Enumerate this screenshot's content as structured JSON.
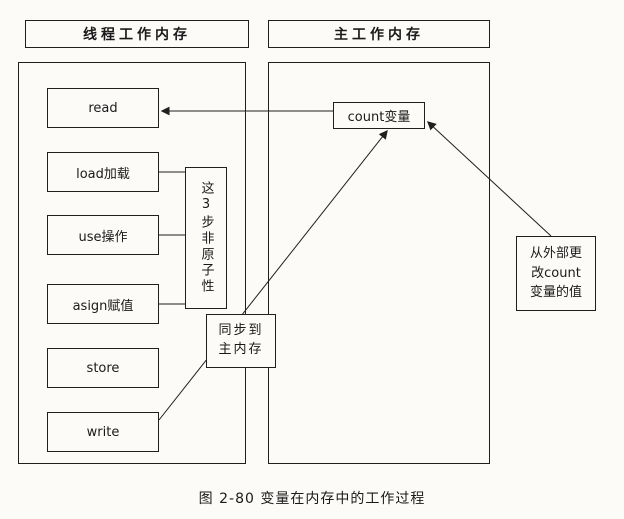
{
  "diagram": {
    "caption": "图 2-80  变量在内存中的工作过程",
    "thread_memory": {
      "title": "线程工作内存",
      "steps": [
        "read",
        "load加载",
        "use操作",
        "asign赋值",
        "store",
        "write"
      ]
    },
    "main_memory": {
      "title": "主工作内存",
      "variable": "count变量"
    },
    "annotations": {
      "non_atomic": "这3步非原子性",
      "sync_to_main": "同步到主内存",
      "external_change": "从外部更改count变量的值"
    },
    "colors": {
      "line": "#1f1f1f",
      "background": "#fcfbf8"
    }
  }
}
